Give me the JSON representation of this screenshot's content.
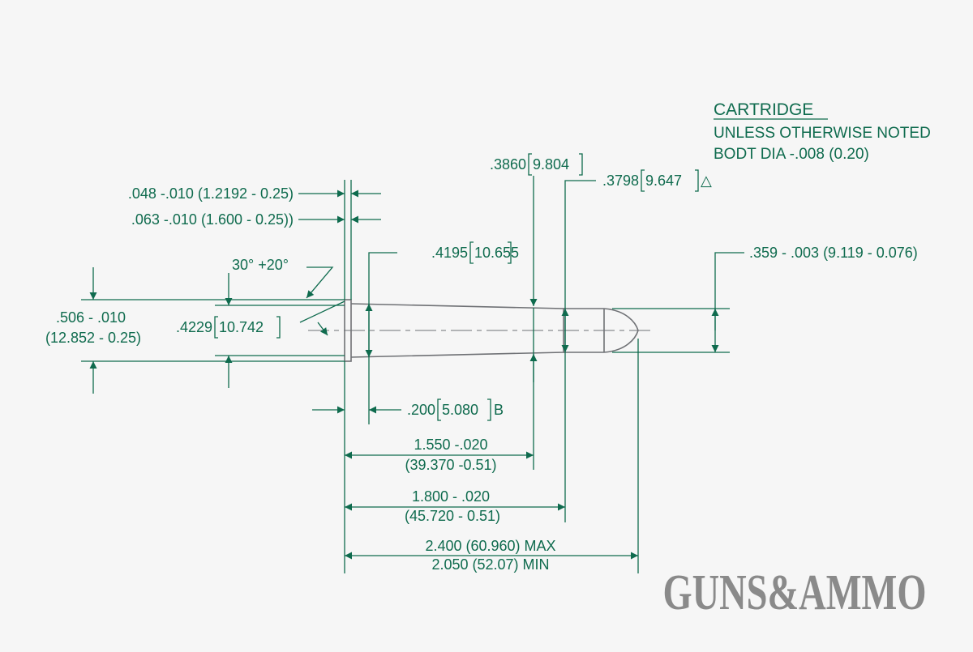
{
  "colors": {
    "background": "#f6f6f6",
    "dimension": "#0f6b4e",
    "outline": "#6f7175",
    "logo": "#8a8a8a"
  },
  "notes": {
    "title": "CARTRIDGE",
    "line1": "UNLESS OTHERWISE NOTED",
    "line2": "BODT DIA -.008 (0.20)"
  },
  "dims": {
    "rim_thickness": ".048 -.010 (1.2192 - 0.25)",
    "rim_thickness_alt": ".063 -.010 (1.600 - 0.25))",
    "rim_angle": "30° +20°",
    "rim_dia_a": ".506 - .010",
    "rim_dia_b": "(12.852 - 0.25)",
    "head_dia": ".4229",
    "head_dia_mm": "10.742",
    "base_dia": ".4195",
    "base_dia_mm": "10.655",
    "shoulder_dia": ".3860",
    "shoulder_dia_mm": "9.804",
    "neck_dia": ".3798",
    "neck_dia_mm": "9.647",
    "neck_dia_suffix": "△",
    "bullet_dia": ".359 - .003 (9.119 - 0.076)",
    "base_len": ".200",
    "base_len_mm": "5.080",
    "base_len_suffix": "B",
    "shoulder_len_a": "1.550 -.020",
    "shoulder_len_b": "(39.370 -0.51)",
    "case_len_a": "1.800 - .020",
    "case_len_b": "(45.720 - 0.51)",
    "oal_a": "2.400 (60.960) MAX",
    "oal_b": "2.050 (52.07) MIN"
  },
  "logo": {
    "text": "GUNS&AMMO"
  }
}
